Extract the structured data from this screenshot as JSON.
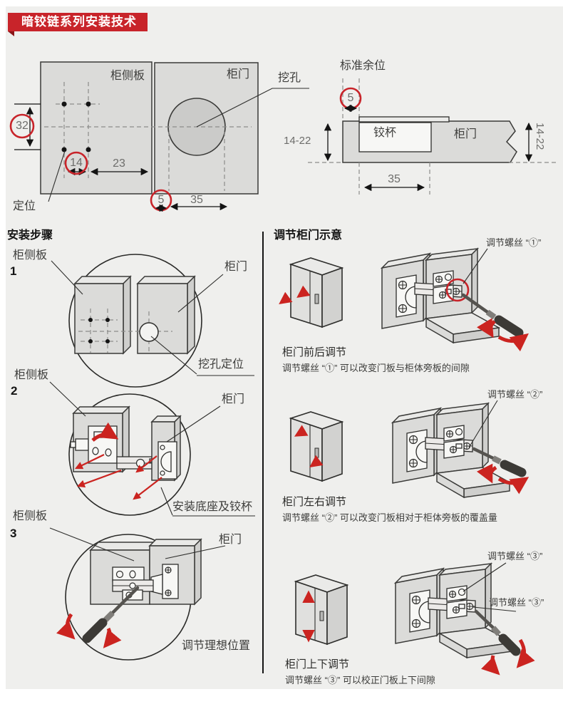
{
  "banner": {
    "title": "暗铰链系列安装技术"
  },
  "colors": {
    "accent_red": "#c8242a",
    "arrow_red": "#cb2420",
    "page_bg": "#efefed"
  },
  "drill_diagram": {
    "side_panel_label": "柜侧板",
    "door_label": "柜门",
    "row_spacing": "32",
    "hole_spacing": "14",
    "edge_distance": "23",
    "door_edge_gap": "5",
    "hole_offset": "35",
    "positioning_label": "定位",
    "hole_label": "挖孔"
  },
  "cup_diagram": {
    "clearance_label": "标准余位",
    "clearance_value": "5",
    "cup_label": "铰杯",
    "door_label": "柜门",
    "thickness_left": "14-22",
    "thickness_right": "14-22",
    "cup_width": "35"
  },
  "install_steps": {
    "header": "安装步骤",
    "steps": [
      {
        "number": "1",
        "panel_label": "柜侧板",
        "door_label": "柜门",
        "caption": "挖孔定位"
      },
      {
        "number": "2",
        "panel_label": "柜侧板",
        "door_label": "柜门",
        "caption": "安装底座及铰杯"
      },
      {
        "number": "3",
        "panel_label": "柜侧板",
        "door_label": "柜门",
        "caption": "调节理想位置"
      }
    ]
  },
  "adjustment": {
    "header": "调节柜门示意",
    "items": [
      {
        "screw_label": "调节螺丝 “①”",
        "title": "柜门前后调节",
        "description": "调节螺丝 “①” 可以改变门板与柜体旁板的间隙"
      },
      {
        "screw_label": "调节螺丝 “②”",
        "title": "柜门左右调节",
        "description": "调节螺丝 “②” 可以改变门板相对于柜体旁板的覆盖量"
      },
      {
        "screw_label": "调节螺丝 “③”",
        "screw_label_2": "调节螺丝 “③”",
        "title": "柜门上下调节",
        "description": "调节螺丝 “③” 可以校正门板上下间隙"
      }
    ]
  }
}
